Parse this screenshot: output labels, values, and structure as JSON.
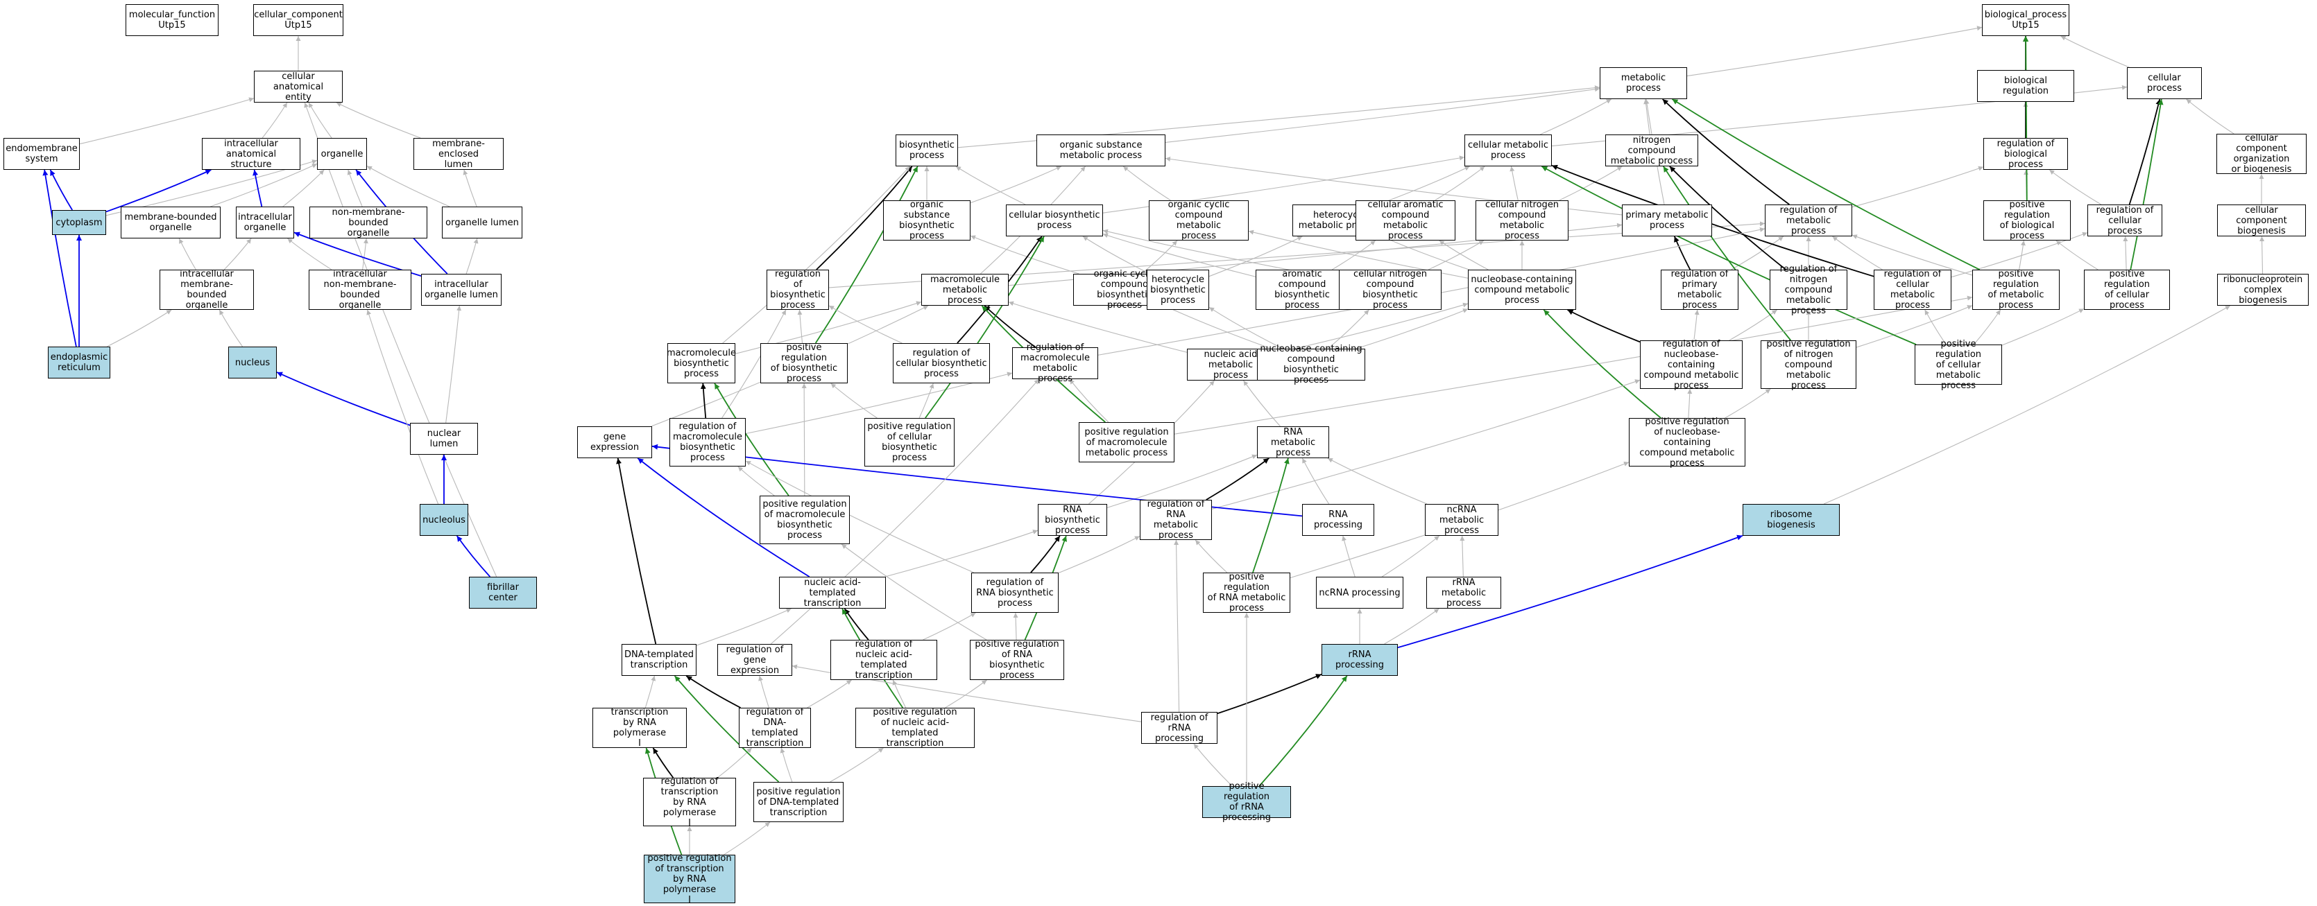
{
  "colors": {
    "highlight_fill": "#add8e6",
    "default_fill": "#ffffff",
    "edge_gray": "#b8b8b8",
    "edge_black": "#000000",
    "edge_blue": "#0000ee",
    "edge_green": "#228b22"
  },
  "nodes": [
    {
      "id": "mf",
      "label": "molecular_function\nUtp15",
      "hl": false
    },
    {
      "id": "cc",
      "label": "cellular_component\nUtp15",
      "hl": false
    },
    {
      "id": "bp",
      "label": "biological_process\nUtp15",
      "hl": false
    },
    {
      "id": "cae",
      "label": "cellular anatomical\nentity",
      "hl": false
    },
    {
      "id": "endo",
      "label": "endomembrane\nsystem",
      "hl": false
    },
    {
      "id": "ias",
      "label": "intracellular\nanatomical structure",
      "hl": false
    },
    {
      "id": "org",
      "label": "organelle",
      "hl": false
    },
    {
      "id": "mel",
      "label": "membrane-enclosed\nlumen",
      "hl": false
    },
    {
      "id": "cyto",
      "label": "cytoplasm",
      "hl": true
    },
    {
      "id": "mbo",
      "label": "membrane-bounded\norganelle",
      "hl": false
    },
    {
      "id": "io",
      "label": "intracellular\norganelle",
      "hl": false
    },
    {
      "id": "nmbo",
      "label": "non-membrane-bounded\norganelle",
      "hl": false
    },
    {
      "id": "ol",
      "label": "organelle lumen",
      "hl": false
    },
    {
      "id": "imbo",
      "label": "intracellular\nmembrane-bounded\norganelle",
      "hl": false
    },
    {
      "id": "inmbo",
      "label": "intracellular\nnon-membrane-bounded\norganelle",
      "hl": false
    },
    {
      "id": "iol",
      "label": "intracellular\norganelle lumen",
      "hl": false
    },
    {
      "id": "er",
      "label": "endoplasmic\nreticulum",
      "hl": true
    },
    {
      "id": "nuc",
      "label": "nucleus",
      "hl": true
    },
    {
      "id": "nlum",
      "label": "nuclear lumen",
      "hl": false
    },
    {
      "id": "nol",
      "label": "nucleolus",
      "hl": true
    },
    {
      "id": "fc",
      "label": "fibrillar center",
      "hl": true
    },
    {
      "id": "mp",
      "label": "metabolic process",
      "hl": false
    },
    {
      "id": "breg",
      "label": "biological regulation",
      "hl": false
    },
    {
      "id": "cp",
      "label": "cellular process",
      "hl": false
    },
    {
      "id": "biosyn",
      "label": "biosynthetic\nprocess",
      "hl": false
    },
    {
      "id": "osmp",
      "label": "organic substance\nmetabolic process",
      "hl": false
    },
    {
      "id": "cmp",
      "label": "cellular metabolic\nprocess",
      "hl": false
    },
    {
      "id": "ncmp",
      "label": "nitrogen compound\nmetabolic process",
      "hl": false
    },
    {
      "id": "rbp",
      "label": "regulation of\nbiological process",
      "hl": false
    },
    {
      "id": "ccob",
      "label": "cellular component\norganization\nor biogenesis",
      "hl": false
    },
    {
      "id": "osbp",
      "label": "organic substance\nbiosynthetic\nprocess",
      "hl": false
    },
    {
      "id": "cbp",
      "label": "cellular biosynthetic\nprocess",
      "hl": false
    },
    {
      "id": "occmp",
      "label": "organic cyclic\ncompound metabolic\nprocess",
      "hl": false
    },
    {
      "id": "hmp",
      "label": "heterocycle\nmetabolic process",
      "hl": false
    },
    {
      "id": "cacmp",
      "label": "cellular aromatic\ncompound metabolic\nprocess",
      "hl": false
    },
    {
      "id": "cncmp",
      "label": "cellular nitrogen\ncompound metabolic\nprocess",
      "hl": false
    },
    {
      "id": "pmp",
      "label": "primary metabolic\nprocess",
      "hl": false
    },
    {
      "id": "rmp",
      "label": "regulation of\nmetabolic process",
      "hl": false
    },
    {
      "id": "prbp",
      "label": "positive regulation\nof biological\nprocess",
      "hl": false
    },
    {
      "id": "rcp",
      "label": "regulation of\ncellular process",
      "hl": false
    },
    {
      "id": "ccb",
      "label": "cellular component\nbiogenesis",
      "hl": false
    },
    {
      "id": "rbsp",
      "label": "regulation of\nbiosynthetic\nprocess",
      "hl": false
    },
    {
      "id": "mmp",
      "label": "macromolecule\nmetabolic process",
      "hl": false
    },
    {
      "id": "occbp",
      "label": "organic cyclic\ncompound biosynthetic\nprocess",
      "hl": false
    },
    {
      "id": "hbp",
      "label": "heterocycle\nbiosynthetic\nprocess",
      "hl": false
    },
    {
      "id": "acbp",
      "label": "aromatic compound\nbiosynthetic\nprocess",
      "hl": false
    },
    {
      "id": "cncbp",
      "label": "cellular nitrogen\ncompound biosynthetic\nprocess",
      "hl": false
    },
    {
      "id": "nbcmp",
      "label": "nucleobase-containing\ncompound metabolic\nprocess",
      "hl": false
    },
    {
      "id": "rprmp",
      "label": "regulation of\nprimary metabolic\nprocess",
      "hl": false
    },
    {
      "id": "rncmp",
      "label": "regulation of\nnitrogen compound\nmetabolic process",
      "hl": false
    },
    {
      "id": "rcmp",
      "label": "regulation of\ncellular metabolic\nprocess",
      "hl": false
    },
    {
      "id": "prmp",
      "label": "positive regulation\nof metabolic\nprocess",
      "hl": false
    },
    {
      "id": "prcp",
      "label": "positive regulation\nof cellular\nprocess",
      "hl": false
    },
    {
      "id": "rnpcb",
      "label": "ribonucleoprotein\ncomplex biogenesis",
      "hl": false
    },
    {
      "id": "mbsp",
      "label": "macromolecule\nbiosynthetic\nprocess",
      "hl": false
    },
    {
      "id": "prbsp",
      "label": "positive regulation\nof biosynthetic\nprocess",
      "hl": false
    },
    {
      "id": "rcbp",
      "label": "regulation of\ncellular biosynthetic\nprocess",
      "hl": false
    },
    {
      "id": "rmmp",
      "label": "regulation of\nmacromolecule\nmetabolic process",
      "hl": false
    },
    {
      "id": "namp",
      "label": "nucleic acid\nmetabolic process",
      "hl": false
    },
    {
      "id": "nbcbp",
      "label": "nucleobase-containing\ncompound biosynthetic\nprocess",
      "hl": false
    },
    {
      "id": "rnbcmp",
      "label": "regulation of\nnucleobase-containing\ncompound metabolic\nprocess",
      "hl": false
    },
    {
      "id": "prncmp",
      "label": "positive regulation\nof nitrogen\ncompound metabolic\nprocess",
      "hl": false
    },
    {
      "id": "prcmp",
      "label": "positive regulation\nof cellular\nmetabolic process",
      "hl": false
    },
    {
      "id": "ge",
      "label": "gene expression",
      "hl": false
    },
    {
      "id": "rmbp",
      "label": "regulation of\nmacromolecule\nbiosynthetic\nprocess",
      "hl": false
    },
    {
      "id": "prcbp",
      "label": "positive regulation\nof cellular\nbiosynthetic\nprocess",
      "hl": false
    },
    {
      "id": "prmmp",
      "label": "positive regulation\nof macromolecule\nmetabolic process",
      "hl": false
    },
    {
      "id": "rnamp",
      "label": "RNA metabolic\nprocess",
      "hl": false
    },
    {
      "id": "prnbcmp",
      "label": "positive regulation\nof nucleobase-containing\ncompound metabolic\nprocess",
      "hl": false
    },
    {
      "id": "prmbp",
      "label": "positive regulation\nof macromolecule\nbiosynthetic\nprocess",
      "hl": false
    },
    {
      "id": "rnabp",
      "label": "RNA biosynthetic\nprocess",
      "hl": false
    },
    {
      "id": "rrnamp",
      "label": "regulation of\nRNA metabolic\nprocess",
      "hl": false
    },
    {
      "id": "rnap",
      "label": "RNA processing",
      "hl": false
    },
    {
      "id": "ncrnamp",
      "label": "ncRNA metabolic\nprocess",
      "hl": false
    },
    {
      "id": "rb",
      "label": "ribosome biogenesis",
      "hl": true
    },
    {
      "id": "natt",
      "label": "nucleic acid-templated\ntranscription",
      "hl": false
    },
    {
      "id": "rrnabp",
      "label": "regulation of\nRNA biosynthetic\nprocess",
      "hl": false
    },
    {
      "id": "prrnamp",
      "label": "positive regulation\nof RNA metabolic\nprocess",
      "hl": false
    },
    {
      "id": "ncrnap",
      "label": "ncRNA processing",
      "hl": false
    },
    {
      "id": "rrnametp",
      "label": "rRNA metabolic\nprocess",
      "hl": false
    },
    {
      "id": "dtt",
      "label": "DNA-templated\ntranscription",
      "hl": false
    },
    {
      "id": "rge",
      "label": "regulation of\ngene expression",
      "hl": false
    },
    {
      "id": "rnatt",
      "label": "regulation of\nnucleic acid-templated\ntranscription",
      "hl": false
    },
    {
      "id": "prrnabp",
      "label": "positive regulation\nof RNA biosynthetic\nprocess",
      "hl": false
    },
    {
      "id": "rrnap",
      "label": "rRNA processing",
      "hl": true
    },
    {
      "id": "trp1",
      "label": "transcription\nby RNA polymerase\nI",
      "hl": false
    },
    {
      "id": "rdtt",
      "label": "regulation of\nDNA-templated\ntranscription",
      "hl": false
    },
    {
      "id": "prnatt",
      "label": "positive regulation\nof nucleic acid-templated\ntranscription",
      "hl": false
    },
    {
      "id": "rrrnap",
      "label": "regulation of\nrRNA processing",
      "hl": false
    },
    {
      "id": "rtrp1",
      "label": "regulation of\ntranscription\nby RNA polymerase\nI",
      "hl": false
    },
    {
      "id": "prdtt",
      "label": "positive regulation\nof DNA-templated\ntranscription",
      "hl": false
    },
    {
      "id": "prrrnap",
      "label": "positive regulation\nof rRNA processing",
      "hl": true
    },
    {
      "id": "prtrp1",
      "label": "positive regulation\nof transcription\nby RNA polymerase\nI",
      "hl": true
    }
  ],
  "edges": [
    [
      "cae",
      "cc",
      "gray"
    ],
    [
      "endo",
      "cae",
      "gray"
    ],
    [
      "ias",
      "cae",
      "gray"
    ],
    [
      "org",
      "cae",
      "gray"
    ],
    [
      "mel",
      "cae",
      "gray"
    ],
    [
      "fc",
      "cae",
      "gray"
    ],
    [
      "cyto",
      "endo",
      "blue"
    ],
    [
      "er",
      "endo",
      "blue"
    ],
    [
      "cyto",
      "ias",
      "blue"
    ],
    [
      "er",
      "cyto",
      "blue"
    ],
    [
      "cyto",
      "org",
      "gray"
    ],
    [
      "mbo",
      "org",
      "gray"
    ],
    [
      "io",
      "org",
      "gray"
    ],
    [
      "nmbo",
      "org",
      "gray"
    ],
    [
      "ol",
      "mel",
      "gray"
    ],
    [
      "ol",
      "org",
      "gray"
    ],
    [
      "io",
      "ias",
      "blue"
    ],
    [
      "imbo",
      "mbo",
      "gray"
    ],
    [
      "imbo",
      "io",
      "gray"
    ],
    [
      "inmbo",
      "io",
      "gray"
    ],
    [
      "inmbo",
      "nmbo",
      "gray"
    ],
    [
      "iol",
      "ol",
      "gray"
    ],
    [
      "iol",
      "io",
      "blue"
    ],
    [
      "er",
      "imbo",
      "gray"
    ],
    [
      "nuc",
      "imbo",
      "gray"
    ],
    [
      "nlum",
      "iol",
      "gray"
    ],
    [
      "nlum",
      "nuc",
      "blue"
    ],
    [
      "nol",
      "nlum",
      "blue"
    ],
    [
      "nol",
      "inmbo",
      "gray"
    ],
    [
      "fc",
      "nol",
      "blue"
    ],
    [
      "iol",
      "org",
      "blue"
    ],
    [
      "mp",
      "bp",
      "gray"
    ],
    [
      "breg",
      "bp",
      "gray"
    ],
    [
      "cp",
      "bp",
      "gray"
    ],
    [
      "biosyn",
      "mp",
      "gray"
    ],
    [
      "osmp",
      "mp",
      "gray"
    ],
    [
      "cmp",
      "mp",
      "gray"
    ],
    [
      "cmp",
      "cp",
      "gray"
    ],
    [
      "ncmp",
      "mp",
      "gray"
    ],
    [
      "pmp",
      "mp",
      "gray"
    ],
    [
      "rbp",
      "breg",
      "gray"
    ],
    [
      "rbp",
      "bp",
      "black"
    ],
    [
      "ccob",
      "cp",
      "gray"
    ],
    [
      "osbp",
      "biosyn",
      "gray"
    ],
    [
      "osbp",
      "osmp",
      "gray"
    ],
    [
      "cbp",
      "biosyn",
      "gray"
    ],
    [
      "cbp",
      "cmp",
      "gray"
    ],
    [
      "occmp",
      "osmp",
      "gray"
    ],
    [
      "hmp",
      "cmp",
      "gray"
    ],
    [
      "cacmp",
      "cmp",
      "gray"
    ],
    [
      "cncmp",
      "ncmp",
      "gray"
    ],
    [
      "cncmp",
      "cmp",
      "gray"
    ],
    [
      "pmp",
      "osmp",
      "gray"
    ],
    [
      "rmp",
      "rbp",
      "gray"
    ],
    [
      "rmp",
      "mp",
      "black"
    ],
    [
      "prbp",
      "rbp",
      "gray"
    ],
    [
      "prbp",
      "bp",
      "green"
    ],
    [
      "rcp",
      "rbp",
      "gray"
    ],
    [
      "rcp",
      "cp",
      "black"
    ],
    [
      "ccb",
      "ccob",
      "gray"
    ],
    [
      "rbsp",
      "biosyn",
      "black"
    ],
    [
      "rbsp",
      "rmp",
      "gray"
    ],
    [
      "mmp",
      "osmp",
      "gray"
    ],
    [
      "mmp",
      "pmp",
      "gray"
    ],
    [
      "occbp",
      "osbp",
      "gray"
    ],
    [
      "occbp",
      "occmp",
      "gray"
    ],
    [
      "hbp",
      "hmp",
      "gray"
    ],
    [
      "hbp",
      "cbp",
      "gray"
    ],
    [
      "acbp",
      "cacmp",
      "gray"
    ],
    [
      "acbp",
      "cbp",
      "gray"
    ],
    [
      "cncbp",
      "cncmp",
      "gray"
    ],
    [
      "cncbp",
      "cbp",
      "gray"
    ],
    [
      "nbcmp",
      "hmp",
      "gray"
    ],
    [
      "nbcmp",
      "cacmp",
      "gray"
    ],
    [
      "nbcmp",
      "cncmp",
      "gray"
    ],
    [
      "nbcmp",
      "occmp",
      "gray"
    ],
    [
      "rprmp",
      "pmp",
      "black"
    ],
    [
      "rprmp",
      "rmp",
      "gray"
    ],
    [
      "rncmp",
      "ncmp",
      "black"
    ],
    [
      "rncmp",
      "rmp",
      "gray"
    ],
    [
      "rcmp",
      "cmp",
      "black"
    ],
    [
      "rcmp",
      "rmp",
      "gray"
    ],
    [
      "rcmp",
      "rcp",
      "gray"
    ],
    [
      "prmp",
      "rmp",
      "gray"
    ],
    [
      "prmp",
      "mp",
      "green"
    ],
    [
      "prmp",
      "prbp",
      "gray"
    ],
    [
      "prcp",
      "rcp",
      "gray"
    ],
    [
      "prcp",
      "prbp",
      "gray"
    ],
    [
      "prcp",
      "cp",
      "green"
    ],
    [
      "rnpcb",
      "ccb",
      "gray"
    ],
    [
      "mbsp",
      "mmp",
      "gray"
    ],
    [
      "mbsp",
      "biosyn",
      "gray"
    ],
    [
      "prbsp",
      "rbsp",
      "gray"
    ],
    [
      "prbsp",
      "biosyn",
      "green"
    ],
    [
      "rcbp",
      "rbsp",
      "gray"
    ],
    [
      "rcbp",
      "cbp",
      "black"
    ],
    [
      "rmmp",
      "mmp",
      "black"
    ],
    [
      "rmmp",
      "rmp",
      "gray"
    ],
    [
      "namp",
      "nbcmp",
      "gray"
    ],
    [
      "namp",
      "mmp",
      "gray"
    ],
    [
      "nbcbp",
      "nbcmp",
      "gray"
    ],
    [
      "nbcbp",
      "cncbp",
      "gray"
    ],
    [
      "nbcbp",
      "occbp",
      "gray"
    ],
    [
      "nbcbp",
      "hbp",
      "gray"
    ],
    [
      "rnbcmp",
      "nbcmp",
      "black"
    ],
    [
      "rnbcmp",
      "rprmp",
      "gray"
    ],
    [
      "rnbcmp",
      "rncmp",
      "gray"
    ],
    [
      "prncmp",
      "rncmp",
      "gray"
    ],
    [
      "prncmp",
      "prmp",
      "gray"
    ],
    [
      "prncmp",
      "ncmp",
      "green"
    ],
    [
      "prcmp",
      "rcmp",
      "gray"
    ],
    [
      "prcmp",
      "prmp",
      "gray"
    ],
    [
      "prcmp",
      "prcp",
      "gray"
    ],
    [
      "prcmp",
      "cmp",
      "green"
    ],
    [
      "ge",
      "mmp",
      "gray"
    ],
    [
      "rmbp",
      "mbsp",
      "black"
    ],
    [
      "rmbp",
      "rbsp",
      "gray"
    ],
    [
      "rmbp",
      "rmmp",
      "gray"
    ],
    [
      "prcbp",
      "rcbp",
      "gray"
    ],
    [
      "prcbp",
      "prbsp",
      "gray"
    ],
    [
      "prcbp",
      "cbp",
      "green"
    ],
    [
      "prmmp",
      "rmmp",
      "gray"
    ],
    [
      "prmmp",
      "prmp",
      "gray"
    ],
    [
      "prmmp",
      "mmp",
      "green"
    ],
    [
      "rnamp",
      "namp",
      "gray"
    ],
    [
      "prnbcmp",
      "rnbcmp",
      "gray"
    ],
    [
      "prnbcmp",
      "prncmp",
      "gray"
    ],
    [
      "prnbcmp",
      "nbcmp",
      "green"
    ],
    [
      "prmbp",
      "rmbp",
      "gray"
    ],
    [
      "prmbp",
      "prbsp",
      "gray"
    ],
    [
      "prmbp",
      "mbsp",
      "green"
    ],
    [
      "rnabp",
      "rnamp",
      "gray"
    ],
    [
      "rnabp",
      "namp",
      "gray"
    ],
    [
      "rrnamp",
      "rnamp",
      "black"
    ],
    [
      "rrnamp",
      "rnbcmp",
      "gray"
    ],
    [
      "rnap",
      "rnamp",
      "gray"
    ],
    [
      "rnap",
      "ge",
      "blue"
    ],
    [
      "ncrnamp",
      "rnamp",
      "gray"
    ],
    [
      "rb",
      "rnpcb",
      "gray"
    ],
    [
      "natt",
      "rnabp",
      "gray"
    ],
    [
      "natt",
      "ge",
      "blue"
    ],
    [
      "rrnabp",
      "rnabp",
      "black"
    ],
    [
      "rrnabp",
      "rrnamp",
      "gray"
    ],
    [
      "rrnabp",
      "rmbp",
      "gray"
    ],
    [
      "prrnamp",
      "rrnamp",
      "gray"
    ],
    [
      "prrnamp",
      "rnamp",
      "green"
    ],
    [
      "prrnamp",
      "prnbcmp",
      "gray"
    ],
    [
      "ncrnap",
      "rnap",
      "gray"
    ],
    [
      "ncrnap",
      "ncrnamp",
      "gray"
    ],
    [
      "rrnametp",
      "ncrnamp",
      "gray"
    ],
    [
      "dtt",
      "natt",
      "gray"
    ],
    [
      "dtt",
      "ge",
      "black"
    ],
    [
      "rge",
      "rmmp",
      "gray"
    ],
    [
      "rnatt",
      "natt",
      "black"
    ],
    [
      "rnatt",
      "rrnabp",
      "gray"
    ],
    [
      "prrnabp",
      "rrnabp",
      "gray"
    ],
    [
      "prrnabp",
      "rnabp",
      "green"
    ],
    [
      "prrnabp",
      "prmbp",
      "gray"
    ],
    [
      "rrnap",
      "rb",
      "blue"
    ],
    [
      "rrnap",
      "ncrnap",
      "gray"
    ],
    [
      "rrnap",
      "rrnametp",
      "gray"
    ],
    [
      "trp1",
      "dtt",
      "gray"
    ],
    [
      "rdtt",
      "dtt",
      "black"
    ],
    [
      "rdtt",
      "rnatt",
      "gray"
    ],
    [
      "rdtt",
      "rge",
      "gray"
    ],
    [
      "prnatt",
      "rnatt",
      "gray"
    ],
    [
      "prnatt",
      "prrnabp",
      "gray"
    ],
    [
      "prnatt",
      "natt",
      "green"
    ],
    [
      "rrrnap",
      "rrnap",
      "black"
    ],
    [
      "rrrnap",
      "rge",
      "gray"
    ],
    [
      "rrrnap",
      "rrnamp",
      "gray"
    ],
    [
      "rtrp1",
      "trp1",
      "black"
    ],
    [
      "rtrp1",
      "rdtt",
      "gray"
    ],
    [
      "prdtt",
      "rdtt",
      "gray"
    ],
    [
      "prdtt",
      "prnatt",
      "gray"
    ],
    [
      "prdtt",
      "dtt",
      "green"
    ],
    [
      "prrrnap",
      "rrrnap",
      "gray"
    ],
    [
      "prrrnap",
      "rrnap",
      "green"
    ],
    [
      "prrrnap",
      "prrnamp",
      "gray"
    ],
    [
      "prtrp1",
      "rtrp1",
      "gray"
    ],
    [
      "prtrp1",
      "trp1",
      "green"
    ],
    [
      "prtrp1",
      "prdtt",
      "gray"
    ]
  ]
}
